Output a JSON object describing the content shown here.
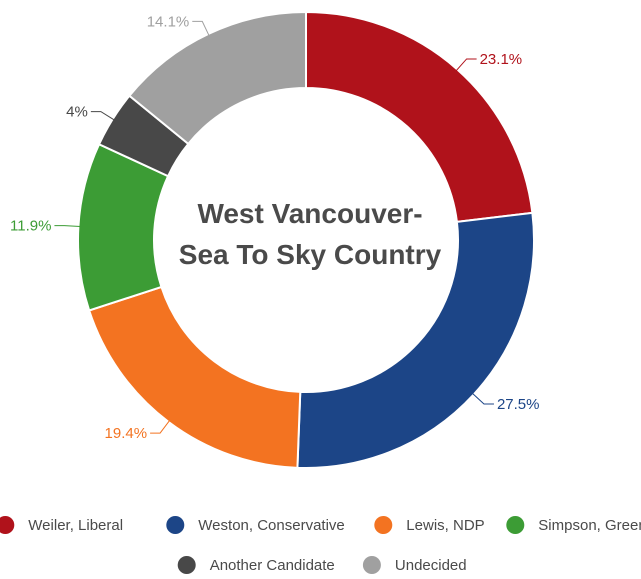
{
  "chart_data": {
    "type": "pie",
    "donut": true,
    "title_lines": [
      "West Vancouver-",
      "Sea To Sky Country"
    ],
    "categories": [
      "Weiler, Liberal",
      "Weston, Conservative",
      "Lewis, NDP",
      "Simpson, Green",
      "Another Candidate",
      "Undecided"
    ],
    "values": [
      23.1,
      27.5,
      19.4,
      11.9,
      4,
      14.1
    ],
    "data_labels": [
      "23.1%",
      "27.5%",
      "19.4%",
      "11.9%",
      "4%",
      "14.1%"
    ],
    "colors": [
      "#b0121b",
      "#1c4587",
      "#f37321",
      "#3c9c35",
      "#484848",
      "#a0a0a0"
    ],
    "legend_position": "bottom"
  }
}
